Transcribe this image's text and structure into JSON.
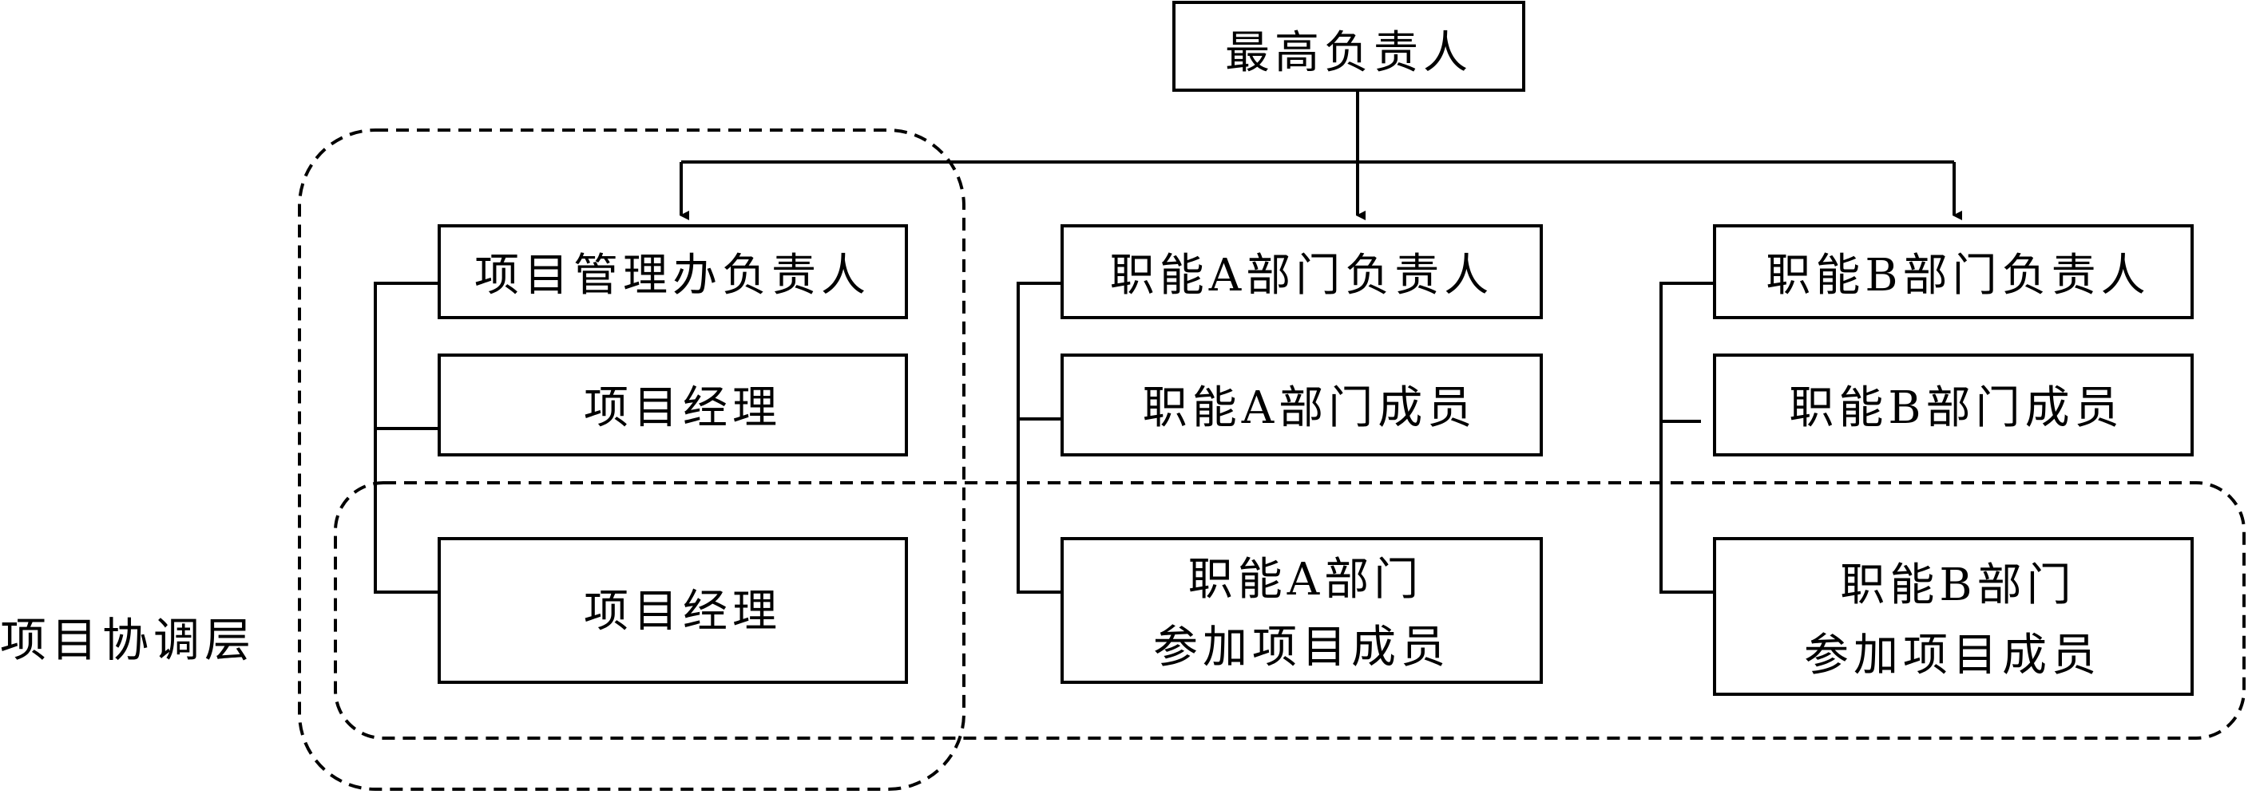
{
  "diagram": {
    "top": {
      "label": "最高负责人"
    },
    "columns": [
      {
        "head": "项目管理办负责人",
        "member": "项目经理",
        "coord": [
          "项目经理"
        ]
      },
      {
        "head": "职能A部门负责人",
        "member": "职能A部门成员",
        "coord": [
          "职能A部门",
          "参加项目成员"
        ]
      },
      {
        "head": "职能B部门负责人",
        "member": "职能B部门成员",
        "coord": [
          "职能B部门",
          "参加项目成员"
        ]
      }
    ],
    "layer_label": "项目协调层"
  }
}
